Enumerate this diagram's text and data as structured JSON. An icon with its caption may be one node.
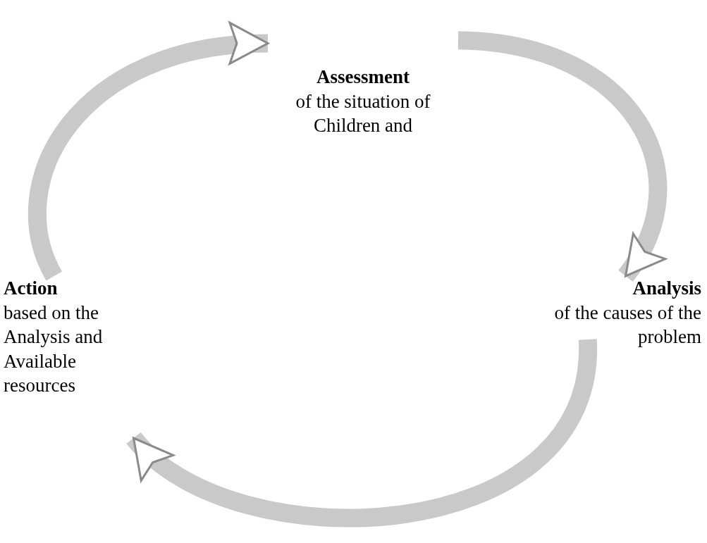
{
  "diagram": {
    "nodes": [
      {
        "text": [
          "Assessment",
          "of the situation of Children and"
        ]
      },
      {
        "text": [
          "Analysis",
          "of the causes of the problem"
        ]
      },
      {
        "text": [
          "Action",
          "based on the Analysis and Available resources"
        ]
      }
    ],
    "edges": [
      {
        "from": 2,
        "to": 0,
        "arrow": "to"
      },
      {
        "from": 0,
        "to": 1,
        "arrow": "to"
      },
      {
        "from": 1,
        "to": 2,
        "arrow": "to"
      }
    ]
  }
}
